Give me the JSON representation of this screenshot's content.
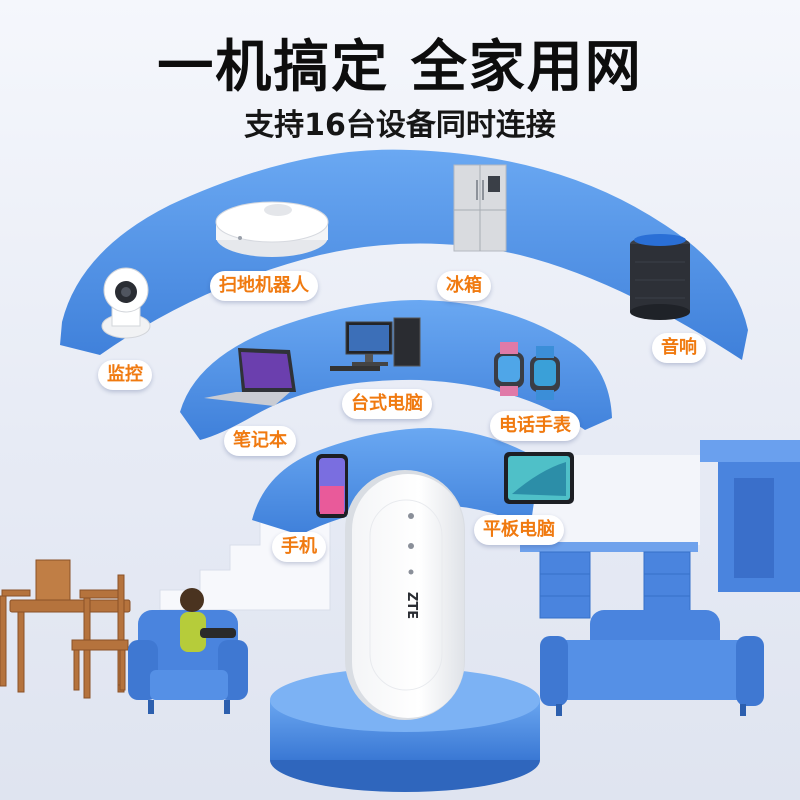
{
  "headline": "一机搞定 全家用网",
  "subline": "支持16台设备同时连接",
  "colors": {
    "arc_blue": "#4a8fe4",
    "label_orange": "#f07a10",
    "furniture_blue": "#4a84de"
  },
  "device_labels": {
    "vacuum": "扫地机器人",
    "fridge": "冰箱",
    "camera": "监控",
    "speaker": "音响",
    "desktop": "台式电脑",
    "laptop": "笔记本",
    "watch": "电话手表",
    "phone": "手机",
    "tablet": "平板电脑"
  },
  "router_brand": "ZTE"
}
